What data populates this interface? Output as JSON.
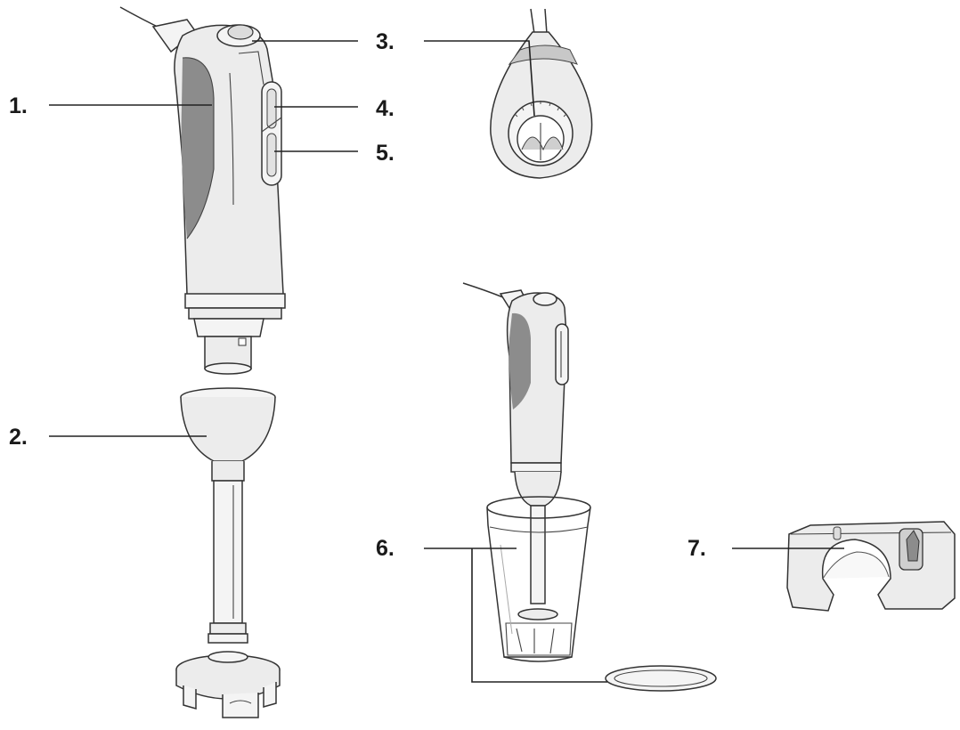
{
  "colors": {
    "grip": "#8c8c8c",
    "body": "#ececec",
    "outline": "#333333"
  },
  "callouts": [
    {
      "id": "1",
      "text": "1."
    },
    {
      "id": "2",
      "text": "2."
    },
    {
      "id": "3",
      "text": "3."
    },
    {
      "id": "4",
      "text": "4."
    },
    {
      "id": "5",
      "text": "5."
    },
    {
      "id": "6",
      "text": "6."
    },
    {
      "id": "7",
      "text": "7."
    }
  ]
}
